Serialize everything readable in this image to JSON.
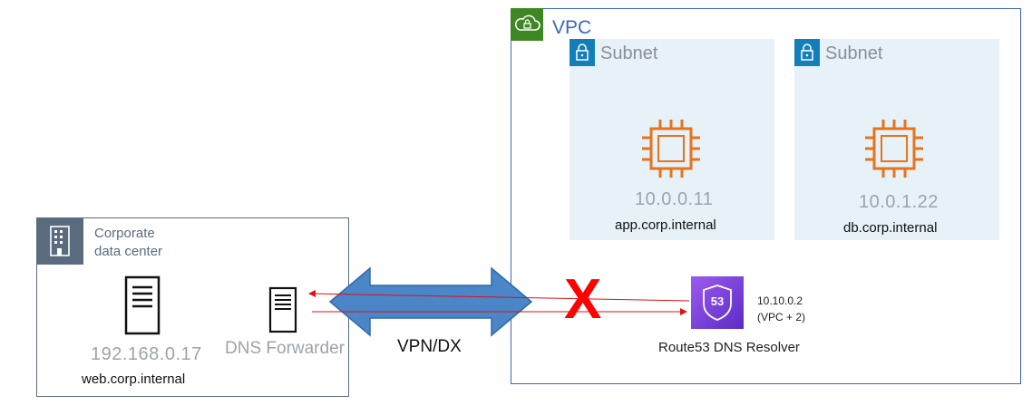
{
  "vpc": {
    "label": "VPC"
  },
  "subnets": [
    {
      "label": "Subnet",
      "ip": "10.0.0.11",
      "host": "app.corp.internal"
    },
    {
      "label": "Subnet",
      "ip": "10.0.1.22",
      "host": "db.corp.internal"
    }
  ],
  "datacenter": {
    "label_line1": "Corporate",
    "label_line2": "data center",
    "web_ip": "192.168.0.17",
    "web_host": "web.corp.internal",
    "forwarder_label": "DNS Forwarder"
  },
  "resolver": {
    "ip_line1": "10.10.0.2",
    "ip_line2": "(VPC + 2)",
    "label": "Route53 DNS Resolver",
    "badge_text": "53"
  },
  "connection": {
    "label": "VPN/DX",
    "blocked_mark": "X"
  },
  "colors": {
    "vpc_border": "#3b66c4",
    "vpc_badge": "#3f8624",
    "subnet_fill": "#e6f2f8",
    "subnet_badge": "#147eba",
    "ec2_orange": "#e8731c",
    "arrow_blue": "#4a86c8",
    "block_red": "#ff0000",
    "dc_border": "#5a6b80",
    "resolver_purple": "#7a3fe0"
  }
}
